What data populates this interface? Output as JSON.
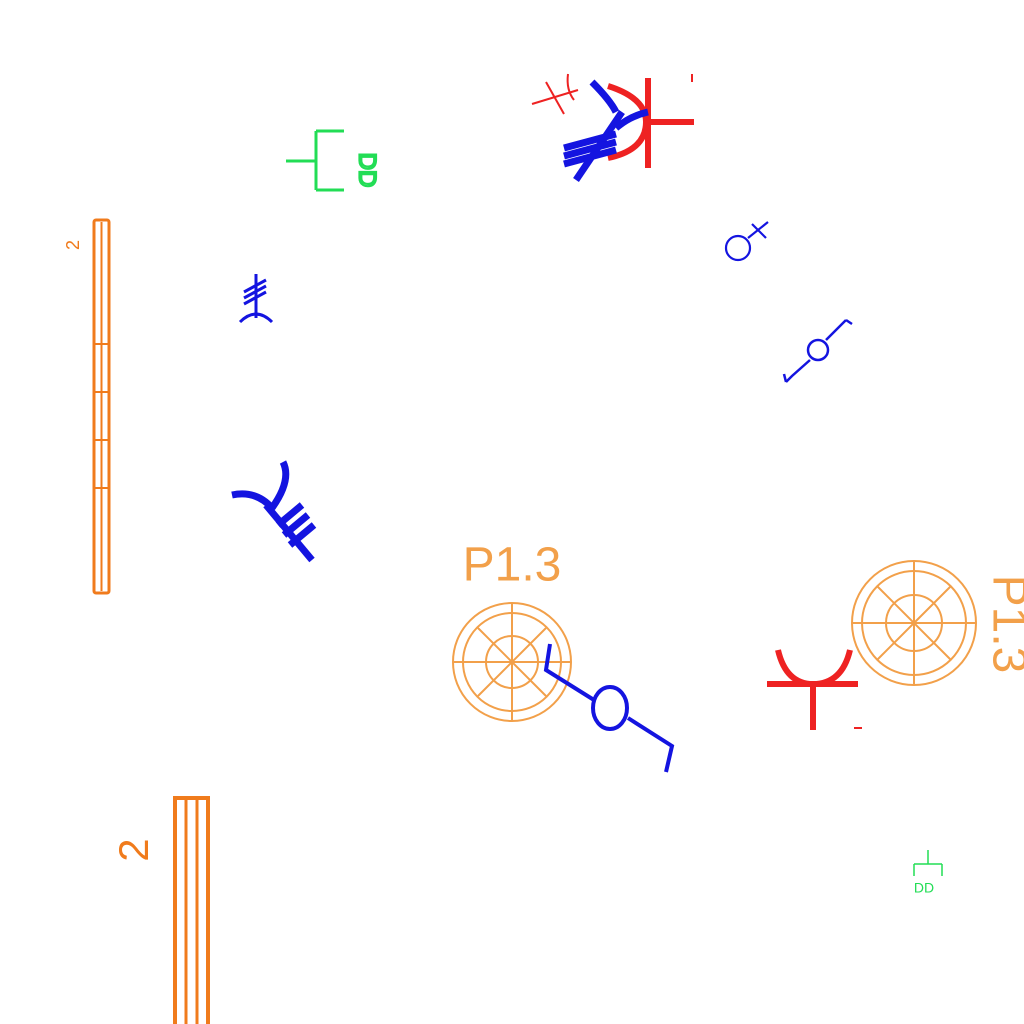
{
  "drawing": {
    "labels": {
      "col_upper_number": "2",
      "col_lower_number": "2",
      "pile_label_center": "P1.3",
      "pile_label_right": "P1.3",
      "dd_upper": "DD",
      "dd_lower": "DD"
    },
    "symbols": [
      "red-receptacle-symbol",
      "blue-tick-symbol",
      "blue-switch-symbol",
      "green-data-symbol",
      "orange-pile-symbol"
    ],
    "colors": {
      "orange": "#f07b1c",
      "pile_orange": "#f2a04a",
      "blue": "#1414e0",
      "red": "#ee2222",
      "green": "#22dd55",
      "background": "#ffffff"
    }
  }
}
